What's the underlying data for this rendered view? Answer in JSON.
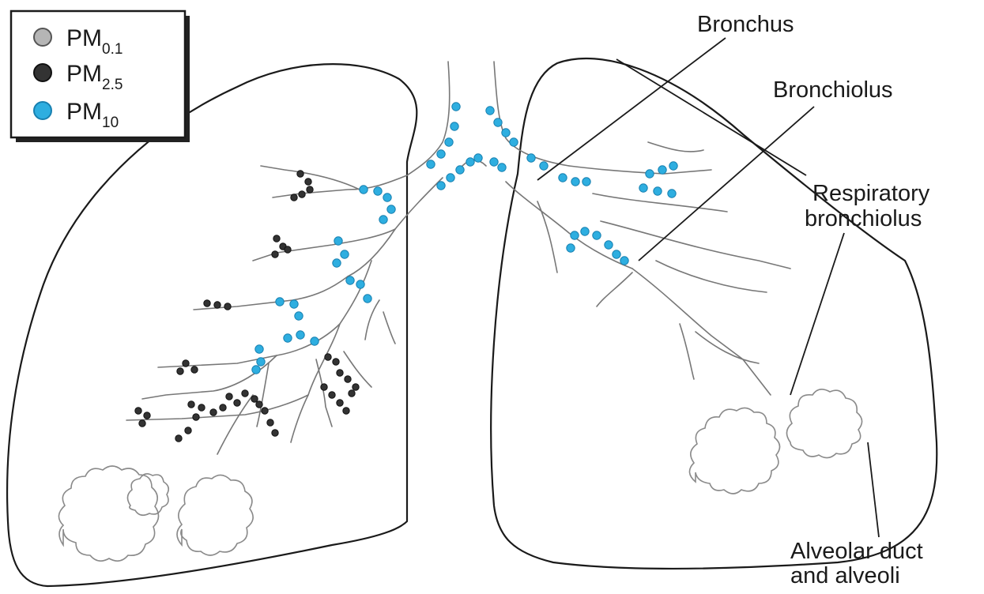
{
  "legend": {
    "items": [
      {
        "base": "PM",
        "sub": "0.1",
        "color": "#b5b5b5",
        "stroke": "#555555"
      },
      {
        "base": "PM",
        "sub": "2.5",
        "color": "#333333",
        "stroke": "#111111"
      },
      {
        "base": "PM",
        "sub": "10",
        "color": "#2eaee0",
        "stroke": "#1880b0"
      }
    ]
  },
  "labels": {
    "bronchus": "Bronchus",
    "bronchiolus": "Bronchiolus",
    "respiratory_line1": "Respiratory",
    "respiratory_line2": "bronchiolus",
    "alveolar_line1": "Alveolar duct",
    "alveolar_line2": "and alveoli"
  }
}
